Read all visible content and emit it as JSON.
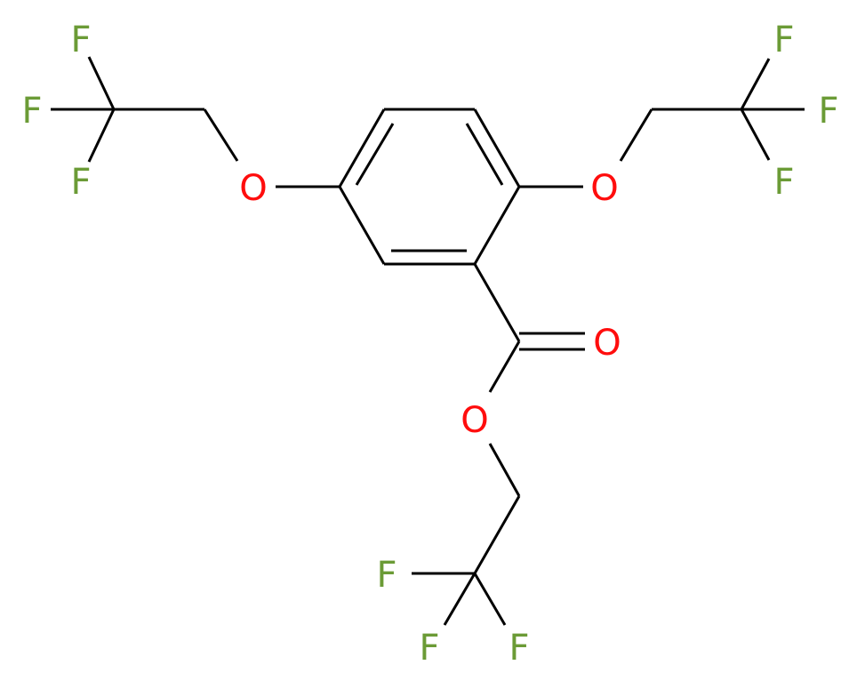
{
  "molecule": {
    "colors": {
      "bond": "#000000",
      "oxygen": "#ff0d0d",
      "fluorine": "#6b9b36",
      "background": "#ffffff"
    },
    "atoms": {
      "F_tl1": "F",
      "F_tl2": "F",
      "F_tl3": "F",
      "O_left": "O",
      "O_right": "O",
      "F_tr1": "F",
      "F_tr2": "F",
      "F_tr3": "F",
      "O_carbonyl": "O",
      "O_ester": "O",
      "F_b1": "F",
      "F_b2": "F",
      "F_b3": "F"
    }
  }
}
